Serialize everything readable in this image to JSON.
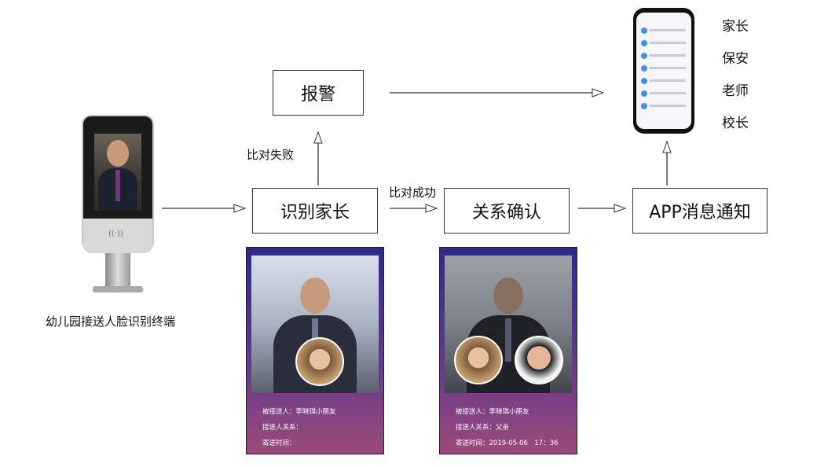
{
  "nodes": {
    "alarm": "报警",
    "identify": "识别家长",
    "confirm": "关系确认",
    "notify": "APP消息通知"
  },
  "edge_labels": {
    "fail": "比对失败",
    "success": "比对成功"
  },
  "terminal_caption": "幼儿园接送人脸识别终端",
  "recipients": [
    "家长",
    "保安",
    "老师",
    "校长"
  ],
  "cards": [
    {
      "picked_label": "被接送人：李晓琪小朋友",
      "relation_label": "接送人关系：",
      "time_label": "寄送时间："
    },
    {
      "picked_label": "被接送人：李晓琪小朋友",
      "relation_label": "接送人关系：父亲",
      "time_label": "寄送时间：2019-05-06　17：36"
    }
  ],
  "colors": {
    "line": "#333333",
    "card_gradient_top": "#2d2a8a",
    "card_gradient_bottom": "#9a4a7a"
  }
}
